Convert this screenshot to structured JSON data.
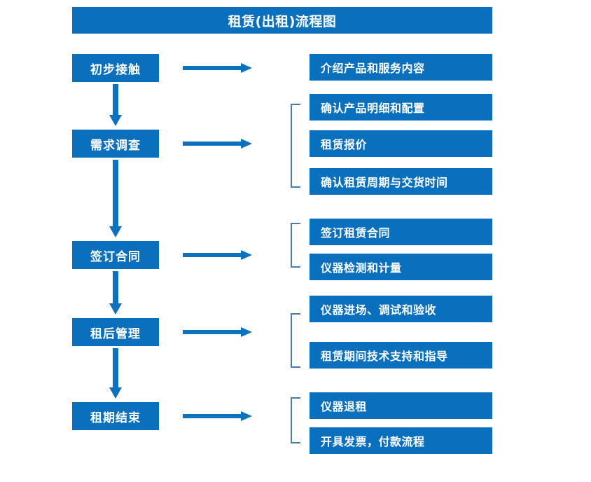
{
  "title": "租赁(出租)流程图",
  "colors": {
    "box_blue": "#0a70bd",
    "arrow_blue": "#0c72bd",
    "bracket_blue": "#4d7ba8",
    "text_white": "#ffffff",
    "background": "#ffffff"
  },
  "chart_data": {
    "type": "diagram",
    "title": "租赁(出租)流程图",
    "orientation": "vertical-stages-with-right-details",
    "stages": [
      {
        "id": "stage-1",
        "label": "初步接触",
        "details": [
          "介绍产品和服务内容"
        ],
        "bracketed": false
      },
      {
        "id": "stage-2",
        "label": "需求调查",
        "details": [
          "确认产品明细和配置",
          "租赁报价",
          "确认租赁周期与交货时间"
        ],
        "bracketed": true
      },
      {
        "id": "stage-3",
        "label": "签订合同",
        "details": [
          "签订租赁合同",
          "仪器检测和计量"
        ],
        "bracketed": true
      },
      {
        "id": "stage-4",
        "label": "租后管理",
        "details": [
          "仪器进场、调试和验收",
          "租赁期间技术支持和指导"
        ],
        "bracketed": true
      },
      {
        "id": "stage-5",
        "label": "租期结束",
        "details": [
          "仪器退租",
          "开具发票，付款流程"
        ],
        "bracketed": true
      }
    ],
    "flow_connectors": [
      "初步接触→需求调查",
      "需求调查→签订合同",
      "签订合同→租后管理",
      "租后管理→租期结束"
    ]
  },
  "stages": {
    "s1": {
      "label": "初步接触"
    },
    "s2": {
      "label": "需求调查"
    },
    "s3": {
      "label": "签订合同"
    },
    "s4": {
      "label": "租后管理"
    },
    "s5": {
      "label": "租期结束"
    }
  },
  "details": {
    "d1_1": "介绍产品和服务内容",
    "d2_1": "确认产品明细和配置",
    "d2_2": "租赁报价",
    "d2_3": "确认租赁周期与交货时间",
    "d3_1": "签订租赁合同",
    "d3_2": "仪器检测和计量",
    "d4_1": "仪器进场、调试和验收",
    "d4_2": "租赁期间技术支持和指导",
    "d5_1": "仪器退租",
    "d5_2": "开具发票，付款流程"
  }
}
